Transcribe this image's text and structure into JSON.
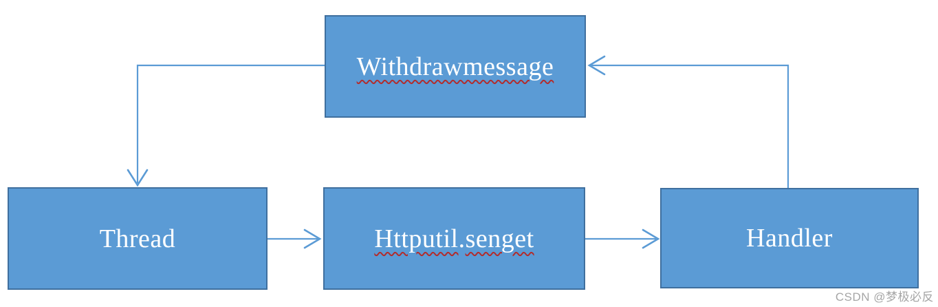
{
  "diagram": {
    "boxes": [
      {
        "id": "withdrawmessage",
        "label": "Withdrawmessage",
        "misspelled": true
      },
      {
        "id": "thread",
        "label": "Thread",
        "misspelled": false
      },
      {
        "id": "httputil",
        "label": "Httputil.senget",
        "misspelled": true
      },
      {
        "id": "handler",
        "label": "Handler",
        "misspelled": false
      }
    ],
    "arrows": [
      {
        "from": "withdrawmessage",
        "to": "thread",
        "shape": "elbow",
        "direction": "left-then-down"
      },
      {
        "from": "thread",
        "to": "httputil",
        "shape": "straight",
        "direction": "right"
      },
      {
        "from": "httputil",
        "to": "handler",
        "shape": "straight",
        "direction": "right"
      },
      {
        "from": "handler",
        "to": "withdrawmessage",
        "shape": "elbow",
        "direction": "up-then-left"
      }
    ],
    "colors": {
      "box_fill": "#5b9bd5",
      "box_border": "#3f6f9e",
      "arrow": "#5b9bd5",
      "label_text": "#ffffff",
      "spellcheck_underline": "#b22c2c",
      "watermark": "#a6a6a6"
    }
  },
  "watermark": {
    "text": "CSDN @梦极必反"
  }
}
